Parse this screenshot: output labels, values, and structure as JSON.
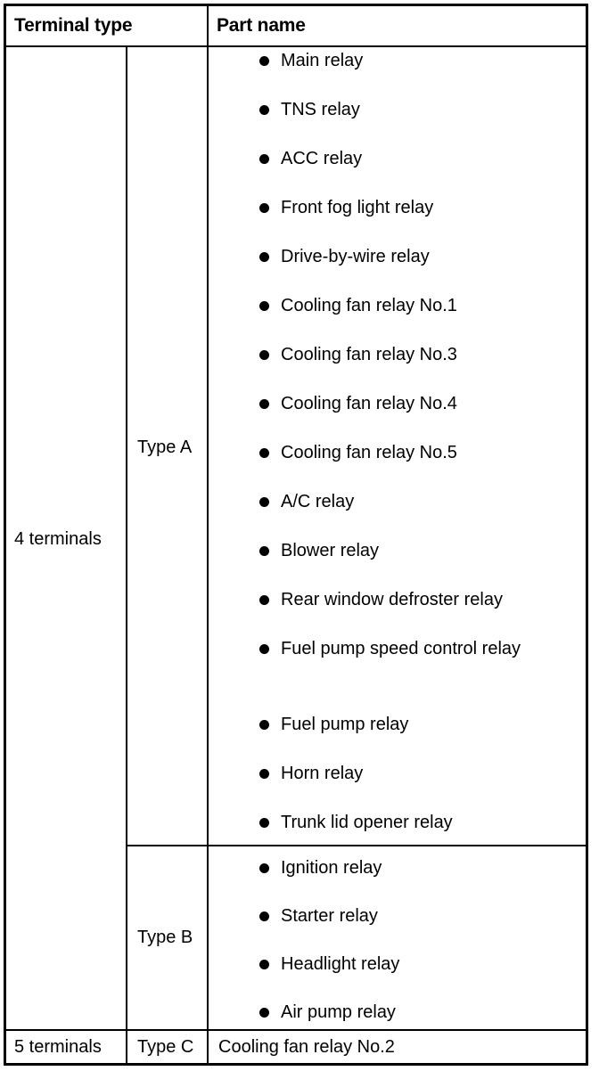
{
  "table": {
    "columns": {
      "terminal_type": "Terminal type",
      "part_name": "Part name"
    },
    "groups": [
      {
        "terminal_count": "4 terminals",
        "types": [
          {
            "type": "Type A",
            "bulleted": true,
            "parts": [
              "Main relay",
              "TNS relay",
              "ACC relay",
              "Front fog light relay",
              "Drive-by-wire relay",
              "Cooling fan relay No.1",
              "Cooling fan relay No.3",
              "Cooling fan relay No.4",
              "Cooling fan relay No.5",
              "A/C relay",
              "Blower relay",
              "Rear window defroster relay",
              "Fuel pump speed control relay",
              "Fuel pump relay",
              "Horn relay",
              "Trunk lid opener relay"
            ]
          },
          {
            "type": "Type B",
            "bulleted": true,
            "parts": [
              "Ignition relay",
              "Starter relay",
              "Headlight relay",
              "Air pump relay"
            ]
          }
        ]
      },
      {
        "terminal_count": "5 terminals",
        "types": [
          {
            "type": "Type C",
            "bulleted": false,
            "parts": [
              "Cooling fan relay No.2"
            ]
          }
        ]
      }
    ]
  },
  "colors": {
    "ink": "#000000",
    "paper": "#ffffff"
  }
}
